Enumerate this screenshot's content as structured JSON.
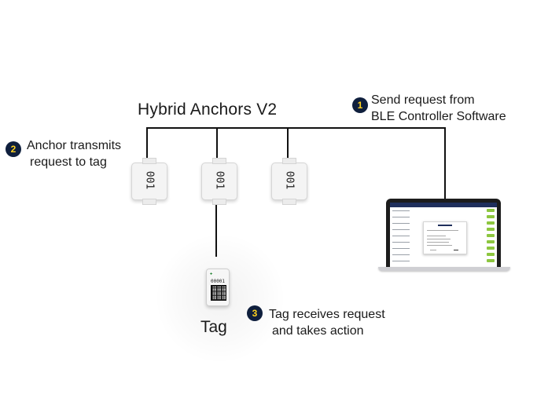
{
  "diagram": {
    "title": "Hybrid Anchors V2",
    "steps": [
      {
        "number": "1",
        "lines": [
          "Send request from",
          "BLE Controller Software"
        ]
      },
      {
        "number": "2",
        "lines": [
          "Anchor transmits",
          "request to tag"
        ]
      },
      {
        "number": "3",
        "lines": [
          "Tag receives request",
          "and takes action"
        ]
      }
    ],
    "anchor_code": "001",
    "tag_label": "Tag",
    "tag_code": "00001"
  },
  "colors": {
    "badge_bg": "#0f1f3d",
    "badge_number": "#ffd21f",
    "wire": "#111111",
    "laptop_button": "#8dc63f"
  }
}
